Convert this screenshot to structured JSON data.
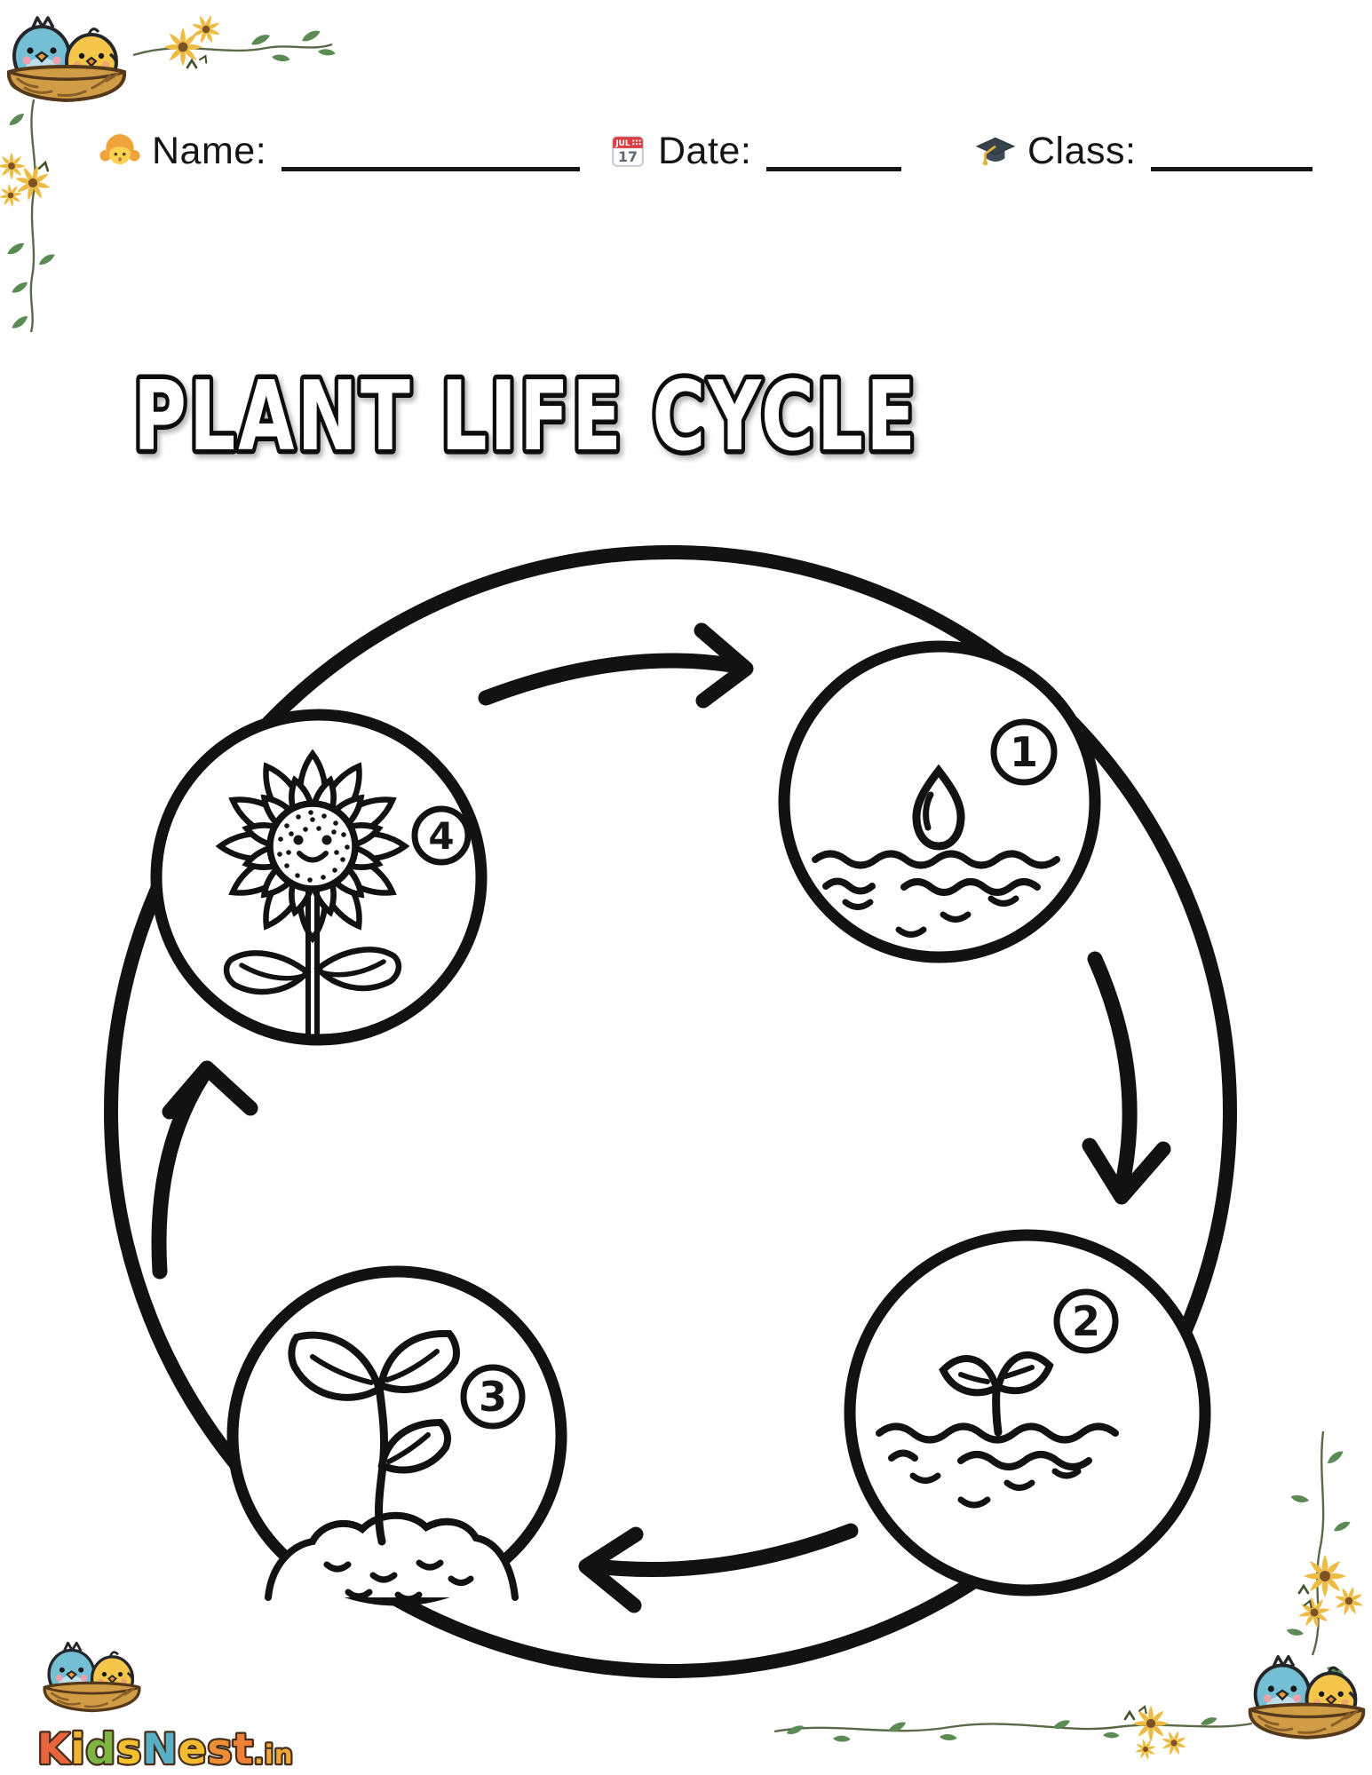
{
  "page": {
    "background": "#ffffff",
    "type": "printable-worksheet"
  },
  "header": {
    "name": {
      "icon": "girl-emoji",
      "label": "Name:"
    },
    "date": {
      "icon": "calendar-emoji",
      "label": "Date:",
      "calendar_month": "JUL",
      "calendar_day": "17"
    },
    "class": {
      "icon": "graduation-cap-emoji",
      "label": "Class:"
    }
  },
  "title": "PLANT LIFE CYCLE",
  "cycle": {
    "direction": "clockwise",
    "stages": [
      {
        "number": "1",
        "icon": "seed-in-soil"
      },
      {
        "number": "2",
        "icon": "sprout-in-soil"
      },
      {
        "number": "3",
        "icon": "seedling-in-mound"
      },
      {
        "number": "4",
        "icon": "sunflower-bloom"
      }
    ]
  },
  "branding": {
    "letters": [
      {
        "char": "K",
        "color": "#e8643c"
      },
      {
        "char": "i",
        "color": "#f2b236"
      },
      {
        "char": "d",
        "color": "#7cb544"
      },
      {
        "char": "s",
        "color": "#f5c02e"
      },
      {
        "char": "N",
        "color": "#57b0c5"
      },
      {
        "char": "e",
        "color": "#f2bb31"
      },
      {
        "char": "s",
        "color": "#ee8f38"
      },
      {
        "char": "t",
        "color": "#ee8038"
      }
    ],
    "tld": {
      "char": ".in",
      "color": "#f0a637"
    },
    "outline_color": "#46301c"
  },
  "colors": {
    "ink": "#121212",
    "nest_brown": "#d09c45",
    "nest_outline": "#55391a",
    "bird_blue": "#74bfd4",
    "bird_yellow": "#f5c64a",
    "leaf_green": "#5c8a54",
    "vine_green": "#55624490",
    "daisy_yellow": "#edbc45",
    "daisy_center": "#7d5226",
    "calendar_red": "#dc3d43",
    "cap_gray": "#37424c",
    "tassel_yellow": "#e2b13c"
  }
}
